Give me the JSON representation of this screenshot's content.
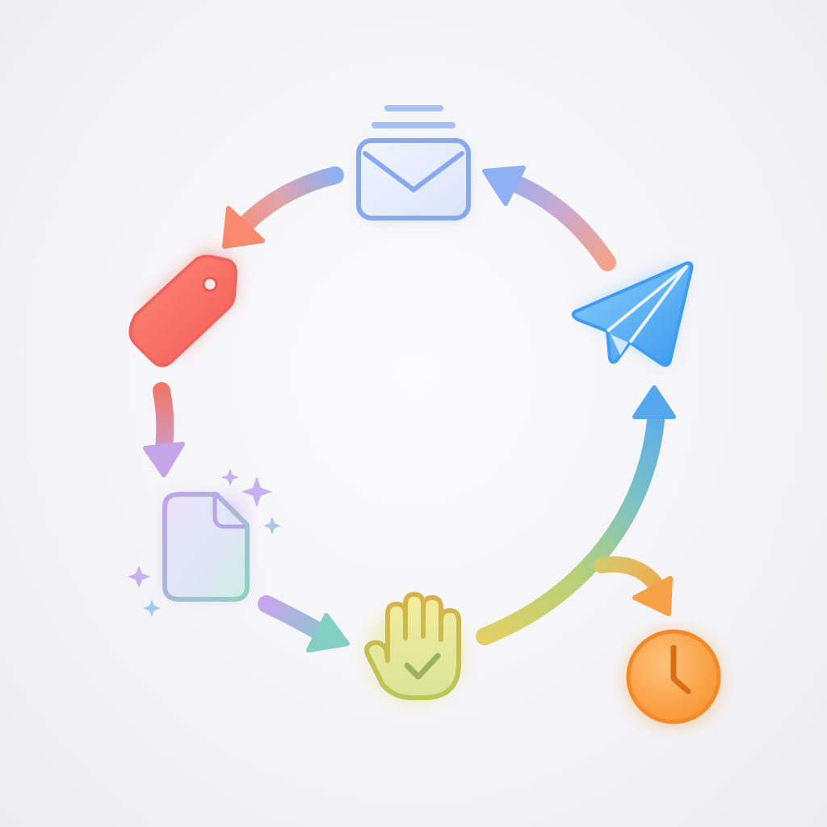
{
  "diagram": {
    "type": "cycle-workflow",
    "nodes": [
      {
        "id": "inbox",
        "icon": "inbox-mail-icon",
        "color": "#8aa8f0"
      },
      {
        "id": "tag",
        "icon": "tag-icon",
        "color": "#f56e63"
      },
      {
        "id": "draft",
        "icon": "document-sparkle-icon",
        "color": "#c4a8ec"
      },
      {
        "id": "approve",
        "icon": "hand-check-icon",
        "color": "#dcc85c"
      },
      {
        "id": "send",
        "icon": "paper-plane-icon",
        "color": "#4fa8f2"
      },
      {
        "id": "schedule",
        "icon": "clock-icon",
        "color": "#f6a04a"
      }
    ],
    "edges": [
      {
        "from": "inbox",
        "to": "tag"
      },
      {
        "from": "tag",
        "to": "draft"
      },
      {
        "from": "draft",
        "to": "approve"
      },
      {
        "from": "approve",
        "to": "send"
      },
      {
        "from": "approve",
        "to": "schedule"
      },
      {
        "from": "send",
        "to": "inbox"
      }
    ]
  }
}
